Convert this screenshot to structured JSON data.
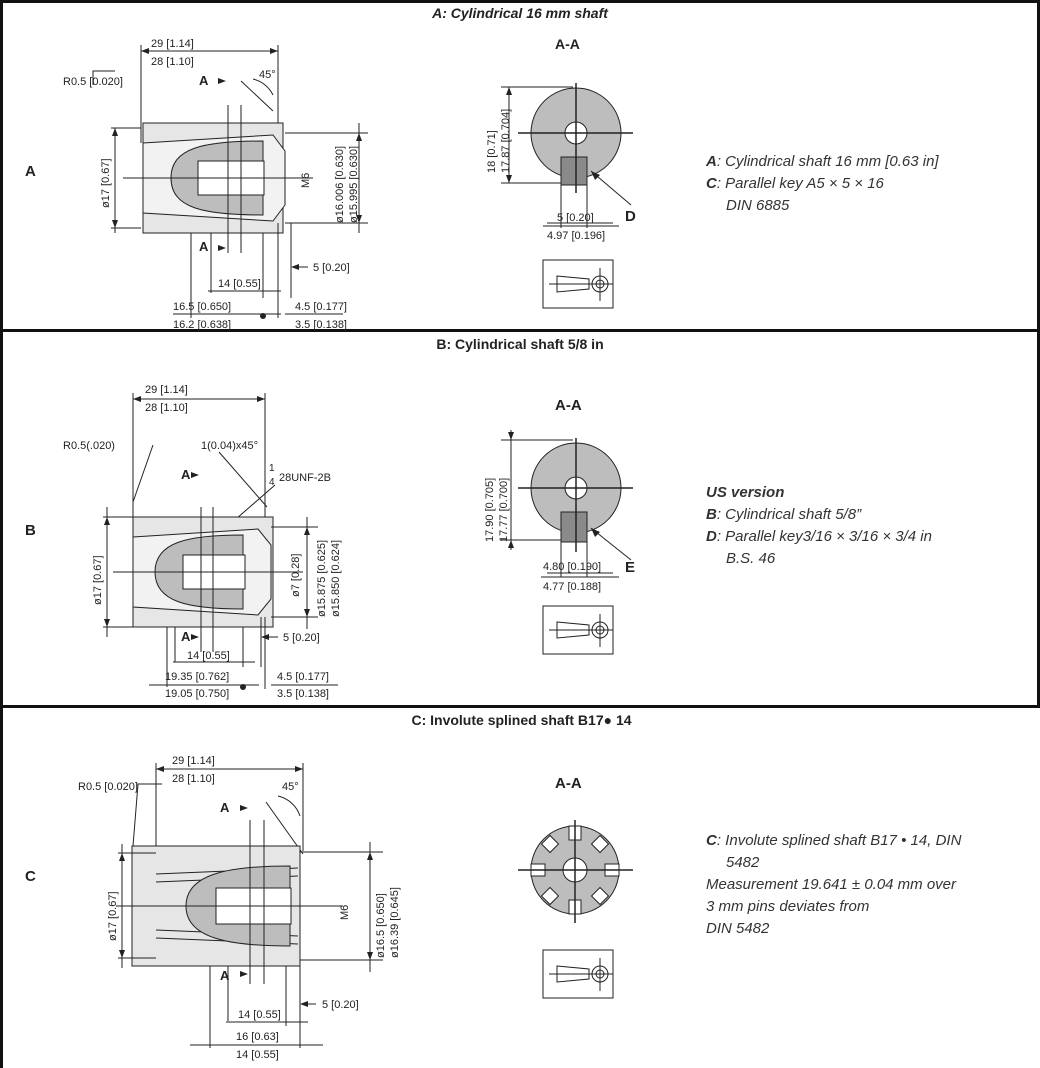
{
  "sections": {
    "a": {
      "title": "A: Cylindrical 16 mm shaft",
      "row_letter": "A",
      "side": {
        "d_top1": "29 [1.14]",
        "d_top2": "28 [1.10]",
        "radius": "R0.5 [0.020]",
        "chamfer": "45°",
        "section_mark": "A",
        "dia": "ø17 [0.67]",
        "thread": "M6",
        "shaft_dia1": "ø16.006 [0.630]",
        "shaft_dia2": "ø15.995 [0.630]",
        "d_5": "5 [0.20]",
        "d_14": "14 [0.55]",
        "d_len1": "16.5 [0.650]",
        "d_len2": "16.2 [0.638]",
        "d_end1": "4.5 [0.177]",
        "d_end2": "3.5 [0.138]"
      },
      "section_view": {
        "label": "A-A",
        "h1": "18 [0.71]",
        "h2": "17.87 [0.704]",
        "w1": "5 [0.20]",
        "w2": "4.97 [0.196]",
        "key_letter": "D"
      },
      "notes": [
        {
          "key": "A",
          "text": ": Cylindrical shaft 16 mm [0.63 in]"
        },
        {
          "key": "C",
          "text": ": Parallel key A5 × 5 × 16"
        },
        {
          "key": "",
          "text": "DIN 6885"
        }
      ]
    },
    "b": {
      "title": "B: Cylindrical shaft 5/8 in",
      "row_letter": "B",
      "side": {
        "d_top1": "29 [1.14]",
        "d_top2": "28 [1.10]",
        "radius": "R0.5(.020)",
        "chamfer": "1(0.04)x45°",
        "thread_num": "1",
        "thread_den": "4",
        "thread": "28UNF-2B",
        "section_mark": "A",
        "dia": "ø17 [0.67]",
        "bore": "ø7 [0.28]",
        "shaft_dia1": "ø15.875 [0.625]",
        "shaft_dia2": "ø15.850 [0.624]",
        "d_5": "5 [0.20]",
        "d_14": "14 [0.55]",
        "d_len1": "19.35 [0.762]",
        "d_len2": "19.05 [0.750]",
        "d_end1": "4.5 [0.177]",
        "d_end2": "3.5 [0.138]"
      },
      "section_view": {
        "label": "A-A",
        "h1": "17.90 [0.705]",
        "h2": "17.77 [0.700]",
        "w1": "4.80 [0.190]",
        "w2": "4.77 [0.188]",
        "key_letter": "E"
      },
      "notes_heading": "US version",
      "notes": [
        {
          "key": "B",
          "text": ": Cylindrical shaft 5/8”"
        },
        {
          "key": "D",
          "text": ": Parallel key3/16 × 3/16 × 3/4 in"
        },
        {
          "key": "",
          "text": "B.S. 46"
        }
      ]
    },
    "c": {
      "title": "C: Involute splined shaft B17● 14",
      "row_letter": "C",
      "side": {
        "d_top1": "29 [1.14]",
        "d_top2": "28 [1.10]",
        "radius": "R0.5 [0.020]",
        "chamfer": "45°",
        "section_mark": "A",
        "dia": "ø17 [0.67]",
        "thread": "M6",
        "shaft_dia1": "ø16.5 [0.650]",
        "shaft_dia2": "ø16.39 [0.645]",
        "d_5": "5 [0.20]",
        "d_14": "14 [0.55]",
        "d_len1": "16 [0.63]",
        "d_len2": "14 [0.55]"
      },
      "section_view": {
        "label": "A-A"
      },
      "notes": [
        {
          "key": "C",
          "text": ": Involute splined shaft  B17 • 14, DIN"
        },
        {
          "key": "",
          "text": "5482"
        },
        {
          "key": "",
          "text": "Measurement 19.641 ± 0.04 mm over"
        },
        {
          "key": "",
          "text": "3 mm pins deviates from"
        },
        {
          "key": "",
          "text": "DIN 5482"
        }
      ]
    }
  },
  "colors": {
    "border": "#111111",
    "part_fill": "#bdbdbd",
    "key_fill": "#8a8a8a",
    "line": "#222222"
  }
}
